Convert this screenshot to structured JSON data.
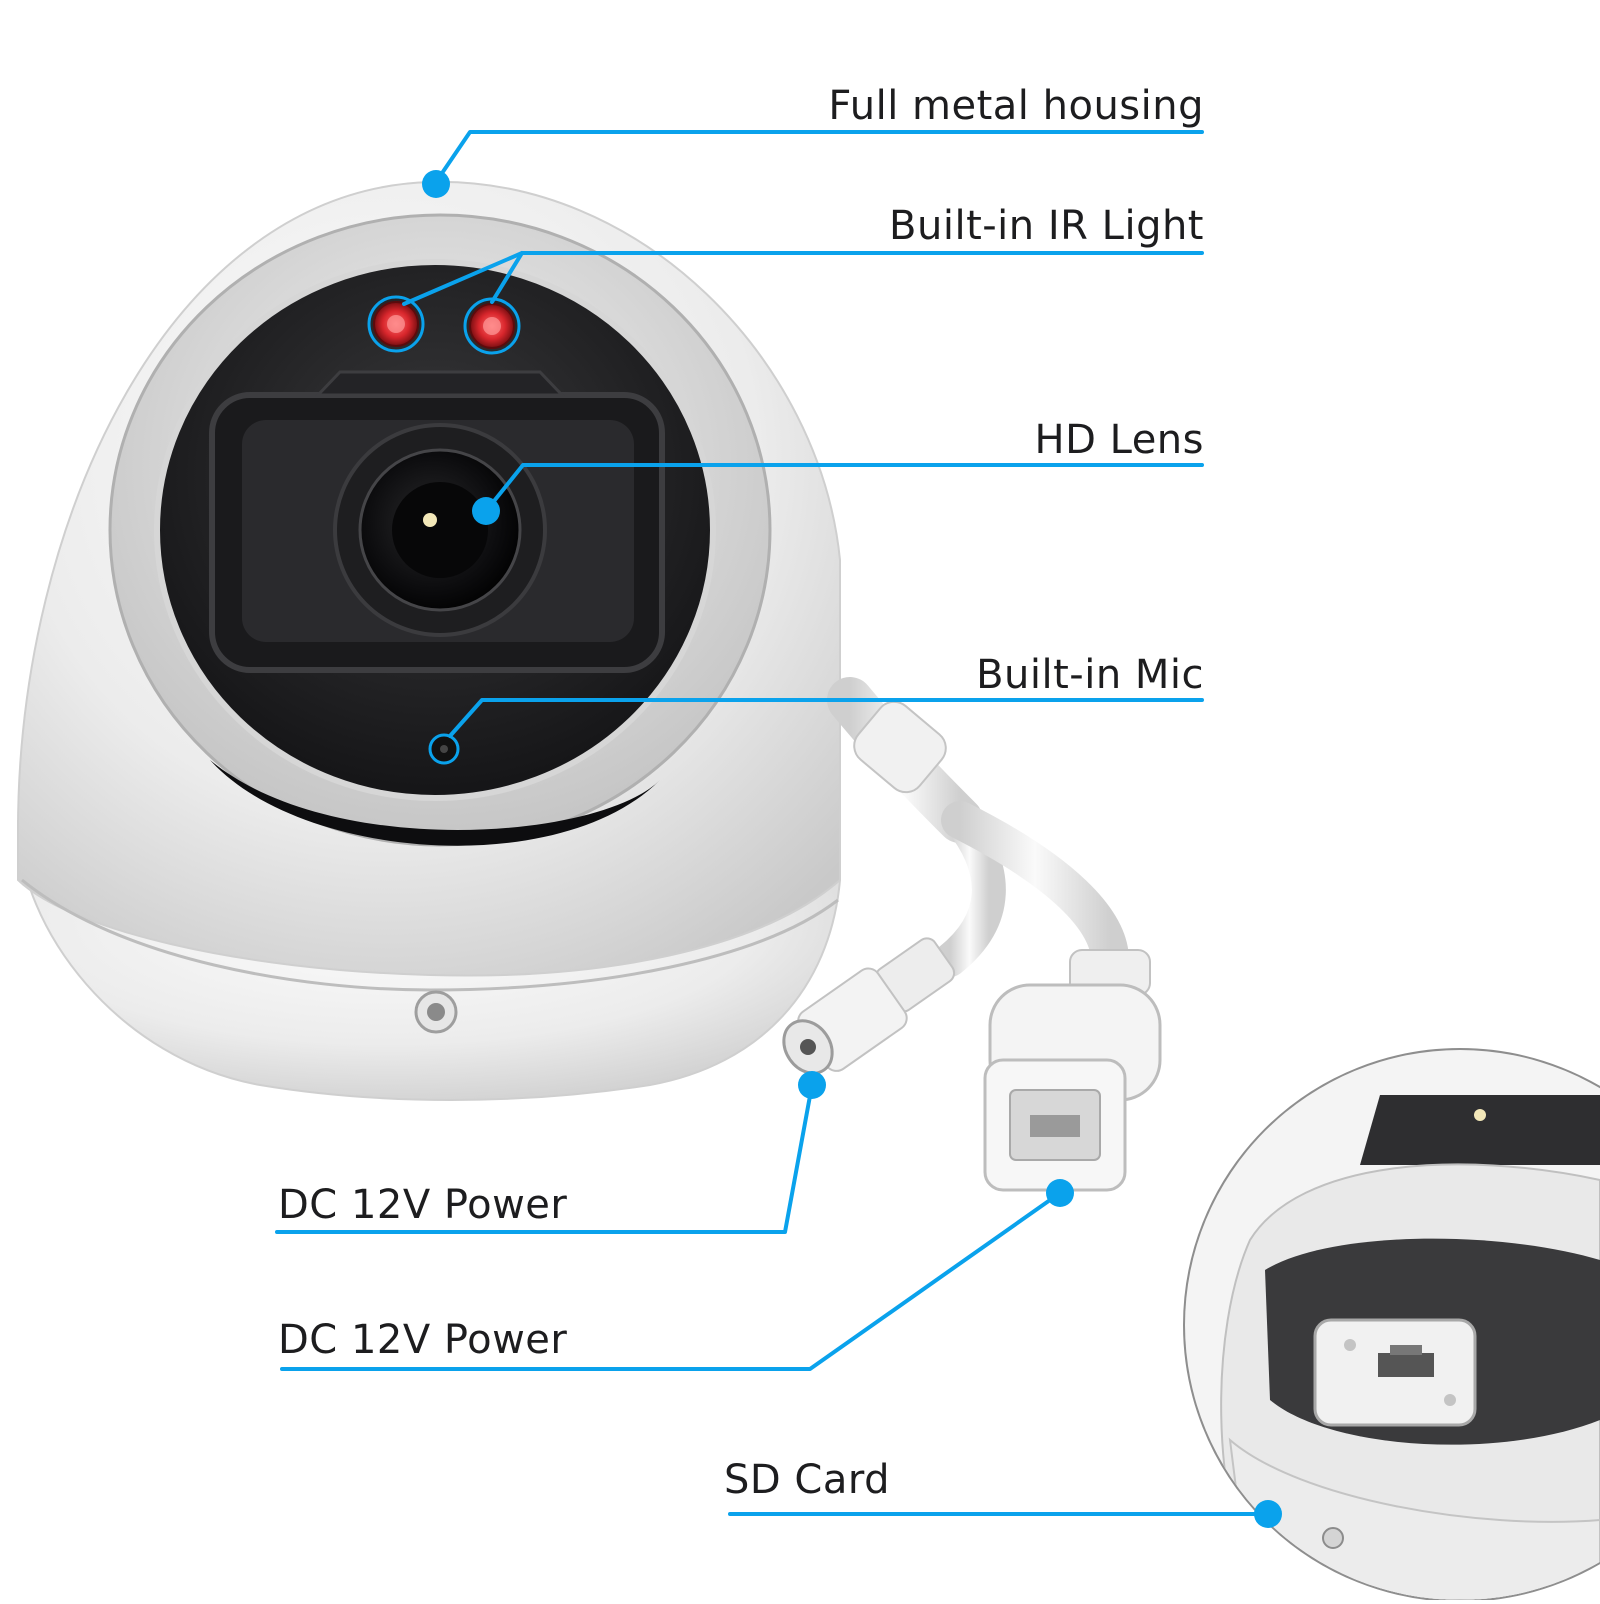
{
  "callouts": {
    "housing": "Full metal housing",
    "ir_light": "Built-in IR Light",
    "lens": "HD Lens",
    "mic": "Built-in Mic",
    "power_1": "DC 12V Power",
    "power_2": "DC 12V Power",
    "sd_card": "SD Card"
  },
  "colors": {
    "callout_line": "#0aa2ec",
    "label_text": "#1d1d1f",
    "ir_led": "#d8262c"
  }
}
